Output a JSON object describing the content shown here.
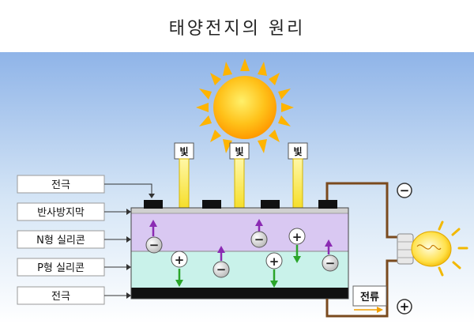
{
  "title": "태양전지의 원리",
  "labels": {
    "electrode_top": "전극",
    "antireflection": "반사방지막",
    "n_type": "N형 실리콘",
    "p_type": "P형 실리콘",
    "electrode_bottom": "전극"
  },
  "light_label": "빛",
  "current_label": "전류",
  "terminals": {
    "negative": "−",
    "positive": "+"
  },
  "carriers": {
    "electron": "−",
    "hole": "+"
  },
  "colors": {
    "sky_top": "#8fb4e8",
    "sun": "#ffc21a",
    "n_layer": "#d9c8f2",
    "p_layer": "#c9f2ea",
    "wire": "#7a4a1e",
    "light_arrow": "#f7e21b",
    "electron_arrow": "#8b2bb3",
    "hole_arrow": "#2aa52a"
  }
}
